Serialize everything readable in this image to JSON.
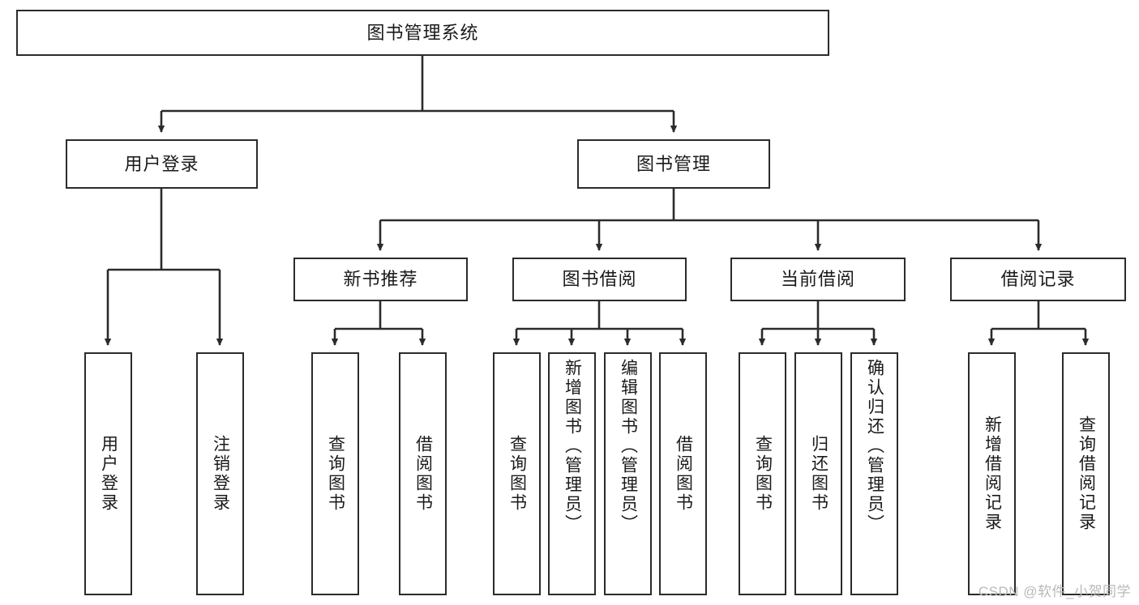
{
  "diagram": {
    "type": "tree-hierarchy-chart",
    "title": "图书管理系统",
    "colors": {
      "stroke": "#2b2b2b",
      "fill": "#ffffff",
      "text": "#1a1a1a",
      "watermark": "#b9b9b9"
    },
    "watermark": "CSDN @软件_小贺同学",
    "nodes": {
      "root": {
        "label": "图书管理系统",
        "level": 1
      },
      "level2": [
        {
          "id": "user-login",
          "label": "用户登录"
        },
        {
          "id": "book-manage",
          "label": "图书管理"
        }
      ],
      "level3": [
        {
          "id": "new-book-recommend",
          "label": "新书推荐",
          "parent": "book-manage"
        },
        {
          "id": "book-borrow",
          "label": "图书借阅",
          "parent": "book-manage"
        },
        {
          "id": "current-borrow",
          "label": "当前借阅",
          "parent": "book-manage"
        },
        {
          "id": "borrow-record",
          "label": "借阅记录",
          "parent": "book-manage"
        }
      ],
      "leaves": [
        {
          "id": "leaf-user-login",
          "label": "用户登录",
          "parent": "user-login"
        },
        {
          "id": "leaf-logout",
          "label": "注销登录",
          "parent": "user-login"
        },
        {
          "id": "leaf-query-book-1",
          "label": "查询图书",
          "parent": "new-book-recommend"
        },
        {
          "id": "leaf-borrow-book-1",
          "label": "借阅图书",
          "parent": "new-book-recommend"
        },
        {
          "id": "leaf-query-book-2",
          "label": "查询图书",
          "parent": "book-borrow"
        },
        {
          "id": "leaf-add-book",
          "label": "新增图书（管理员）",
          "parent": "book-borrow"
        },
        {
          "id": "leaf-edit-book",
          "label": "编辑图书（管理员）",
          "parent": "book-borrow"
        },
        {
          "id": "leaf-borrow-book-2",
          "label": "借阅图书",
          "parent": "book-borrow"
        },
        {
          "id": "leaf-query-book-3",
          "label": "查询图书",
          "parent": "current-borrow"
        },
        {
          "id": "leaf-return-book",
          "label": "归还图书",
          "parent": "current-borrow"
        },
        {
          "id": "leaf-confirm-return",
          "label": "确认归还（管理员）",
          "parent": "current-borrow"
        },
        {
          "id": "leaf-add-record",
          "label": "新增借阅记录",
          "parent": "borrow-record"
        },
        {
          "id": "leaf-query-record",
          "label": "查询借阅记录",
          "parent": "borrow-record"
        }
      ]
    }
  }
}
